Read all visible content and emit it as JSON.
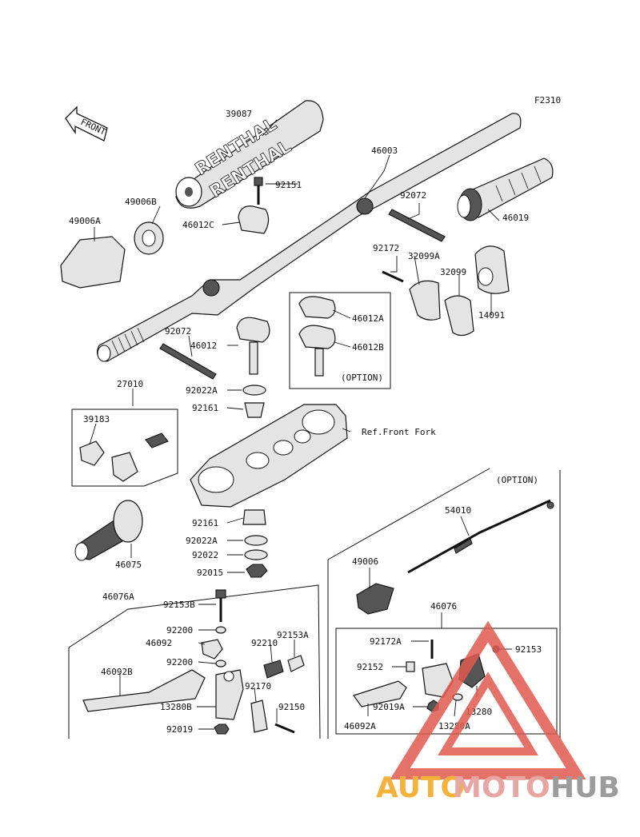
{
  "diagram": {
    "figure_code": "F2310",
    "front_label": "FRONT",
    "grip_brand_text": "RENTHAL",
    "ref_front_fork": "Ref.Front Fork",
    "option_1": "(OPTION)",
    "option_2": "(OPTION)",
    "parts": {
      "p39087": "39087",
      "p46003": "46003",
      "p92072_top": "92072",
      "p46019": "46019",
      "p49006B": "49006B",
      "p92151": "92151",
      "p46012C": "46012C",
      "p49006A": "49006A",
      "p92172_top": "92172",
      "p32099A": "32099A",
      "p32099": "32099",
      "p14091": "14091",
      "p46012A": "46012A",
      "p46012B": "46012B",
      "p92072_mid": "92072",
      "p46012": "46012",
      "p27010": "27010",
      "p92022A_top": "92022A",
      "p92161_top": "92161",
      "p39183": "39183",
      "p92161_bot": "92161",
      "p92022A_bot": "92022A",
      "p92022": "92022",
      "p92015": "92015",
      "p46075": "46075",
      "p54010": "54010",
      "p49006": "49006",
      "p46076": "46076",
      "p46076A": "46076A",
      "p92153B": "92153B",
      "p92200_a": "92200",
      "p46092": "46092",
      "p92200_b": "92200",
      "p92210": "92210",
      "p92153A": "92153A",
      "p46092B": "46092B",
      "p92170": "92170",
      "p13280B": "13280B",
      "p92150": "92150",
      "p92019": "92019",
      "p92172A": "92172A",
      "p92153": "92153",
      "p92152": "92152",
      "p92019A": "92019A",
      "p13280": "13280",
      "p46092A": "46092A",
      "p13280A": "13280A"
    }
  },
  "watermark": {
    "text_auto": "AUTO",
    "text_moto": "MOTO",
    "text_hub": "HUB",
    "color_auto": "#f2b23c",
    "color_moto": "#e8a6a2",
    "color_hub": "#9c9c9c",
    "logo_color": "#e05a50"
  }
}
